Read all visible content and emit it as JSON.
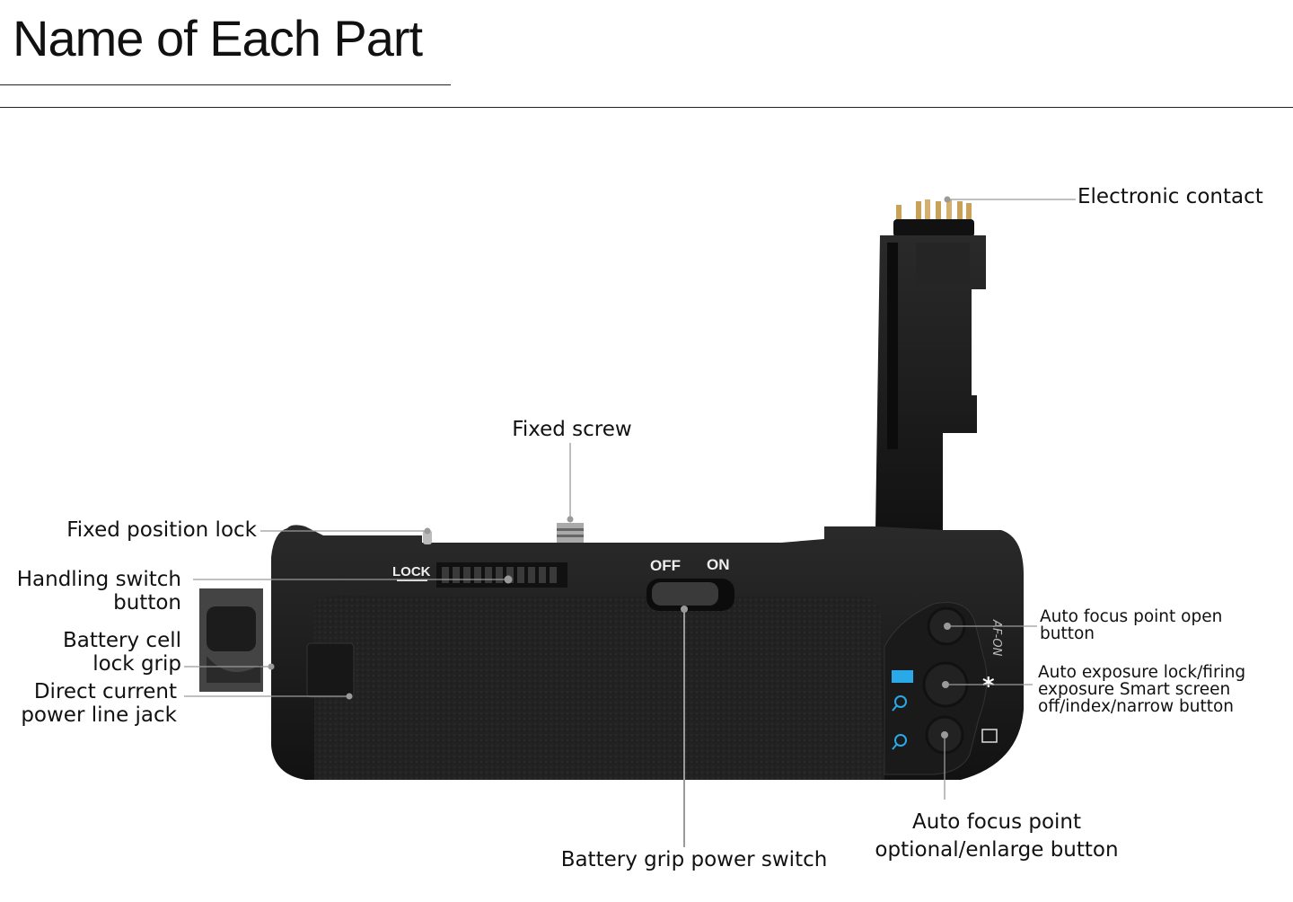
{
  "title": "Name of Each Part",
  "product_markings": {
    "lock": "LOCK",
    "off": "OFF",
    "on": "ON",
    "af_on": "AF-ON"
  },
  "labels": {
    "electronic_contact": "Electronic contact",
    "fixed_screw": "Fixed screw",
    "fixed_position_lock": "Fixed position lock",
    "handling_switch": [
      "Handling switch",
      "button"
    ],
    "battery_cell_lock": [
      "Battery cell",
      "lock grip"
    ],
    "dc_jack": [
      "Direct current",
      "power line jack"
    ],
    "af_point_open": [
      "Auto focus point open",
      "button"
    ],
    "ae_lock": [
      "Auto exposure lock/firing",
      "exposure Smart screen",
      "off/index/narrow button"
    ],
    "af_point_optional": [
      "Auto focus point",
      "optional/enlarge button"
    ],
    "power_switch": "Battery grip power switch"
  },
  "colors": {
    "accent_blue": "#2aa9e8",
    "body": "#1c1c1c",
    "leader": "#9a9a9a"
  }
}
